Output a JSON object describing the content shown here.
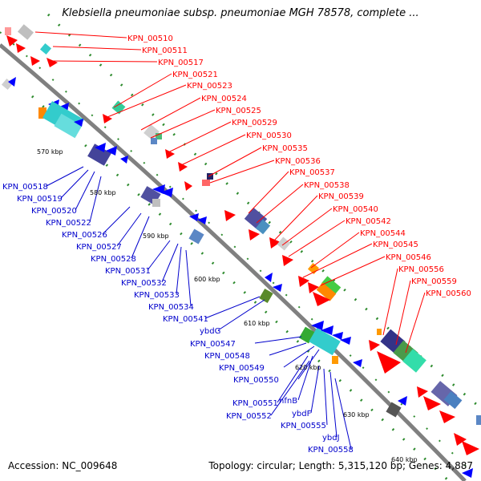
{
  "title": "Klebsiella pneumoniae subsp. pneumoniae MGH 78578, complete ...",
  "accession": "Accession: NC_009648",
  "summary": "Topology: circular; Length: 5,315,120 bp; Genes: 4,887",
  "colors": {
    "forward_label": "#ff0000",
    "reverse_label": "#0000cc",
    "backbone": "#808080"
  },
  "scale_ticks": [
    "570 kbp",
    "580 kbp",
    "590 kbp",
    "600 kbp",
    "610 kbp",
    "620 kbp",
    "630 kbp",
    "640 kbp"
  ],
  "forward_labels": [
    "KPN_00510",
    "KPN_00511",
    "KPN_00517",
    "KPN_00521",
    "KPN_00523",
    "KPN_00524",
    "KPN_00525",
    "KPN_00529",
    "KPN_00530",
    "KPN_00535",
    "KPN_00536",
    "KPN_00537",
    "KPN_00538",
    "KPN_00539",
    "KPN_00540",
    "KPN_00542",
    "KPN_00544",
    "KPN_00545",
    "KPN_00546",
    "KPN_00556",
    "KPN_00559",
    "KPN_00560"
  ],
  "reverse_labels": [
    "KPN_00518",
    "KPN_00519",
    "KPN_00520",
    "KPN_00522",
    "KPN_00526",
    "KPN_00527",
    "KPN_00528",
    "KPN_00531",
    "KPN_00532",
    "KPN_00533",
    "KPN_00534",
    "KPN_00541",
    "ybdG",
    "KPN_00547",
    "KPN_00548",
    "KPN_00549",
    "KPN_00550",
    "KPN_00551",
    "nfnB",
    "KPN_00552",
    "ybdF",
    "KPN_00555",
    "ybdJ",
    "KPN_00558"
  ]
}
